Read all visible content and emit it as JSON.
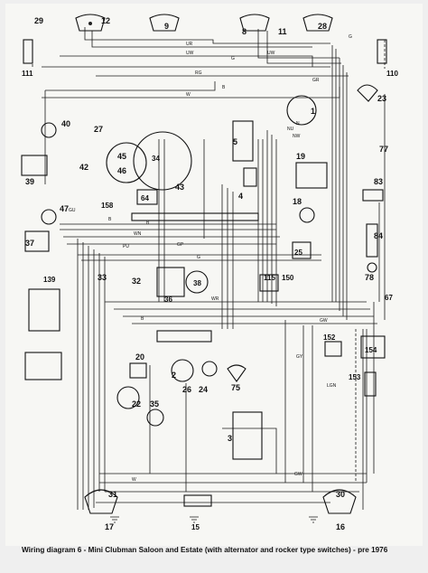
{
  "caption": "Wiring diagram 6 - Mini Clubman Saloon and Estate (with alternator and rocker type switches) - pre 1976",
  "component_numbers": [
    "29",
    "12",
    "9",
    "8",
    "11",
    "28",
    "111",
    "110",
    "23",
    "1",
    "40",
    "27",
    "5",
    "77",
    "42",
    "45",
    "34",
    "46",
    "19",
    "83",
    "43",
    "39",
    "64",
    "4",
    "47",
    "18",
    "84",
    "158",
    "37",
    "25",
    "78",
    "139",
    "33",
    "32",
    "38",
    "115",
    "150",
    "67",
    "36",
    "20",
    "152",
    "154",
    "153",
    "26",
    "24",
    "75",
    "22",
    "35",
    "2",
    "3",
    "31",
    "17",
    "15",
    "30",
    "16"
  ],
  "wire_codes": [
    "G",
    "UR",
    "UW",
    "G",
    "RG",
    "W",
    "B",
    "N",
    "UW",
    "GR",
    "B",
    "NU",
    "NW",
    "WN",
    "G",
    "PU",
    "B",
    "GU",
    "GP",
    "WR",
    "GW",
    "B",
    "LGN",
    "GY",
    "GW",
    "W"
  ],
  "colors": {
    "ink": "#1a1a1a",
    "paper": "#f7f7f4",
    "background": "#efefef"
  }
}
